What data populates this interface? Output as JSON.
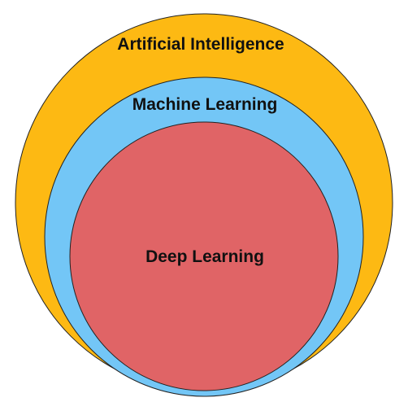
{
  "diagram": {
    "layers": [
      {
        "id": "ai",
        "label": "Artificial Intelligence",
        "color": "#FDB913"
      },
      {
        "id": "ml",
        "label": "Machine Learning",
        "color": "#73C6F6"
      },
      {
        "id": "dl",
        "label": "Deep Learning",
        "color": "#E06466"
      }
    ],
    "outline_color": "#222222",
    "text_color": "#111111"
  }
}
